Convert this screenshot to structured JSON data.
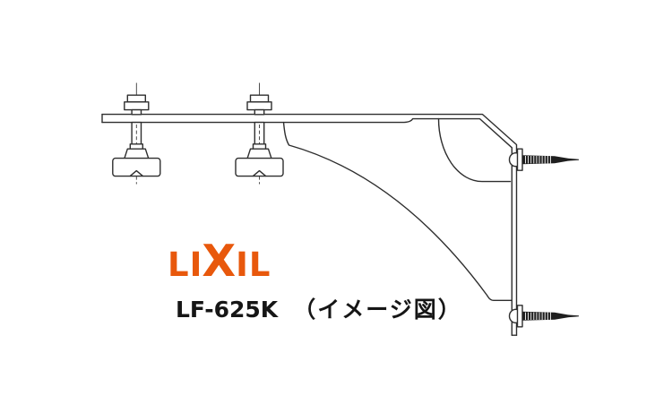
{
  "page": {
    "background": "#FFFFFF"
  },
  "brand": {
    "name": "LIXIL",
    "letters": [
      "L",
      "I",
      "X",
      "I",
      "L"
    ],
    "color": "#E8580C"
  },
  "caption": {
    "model": "LF-625K",
    "note": "（イメージ図）"
  },
  "diagram": {
    "type": "technical-line-drawing",
    "subject": "wall-mount counter support bracket with two hanger bolts, wing nuts and two wood screws",
    "line_color": "#2E2E2E"
  }
}
